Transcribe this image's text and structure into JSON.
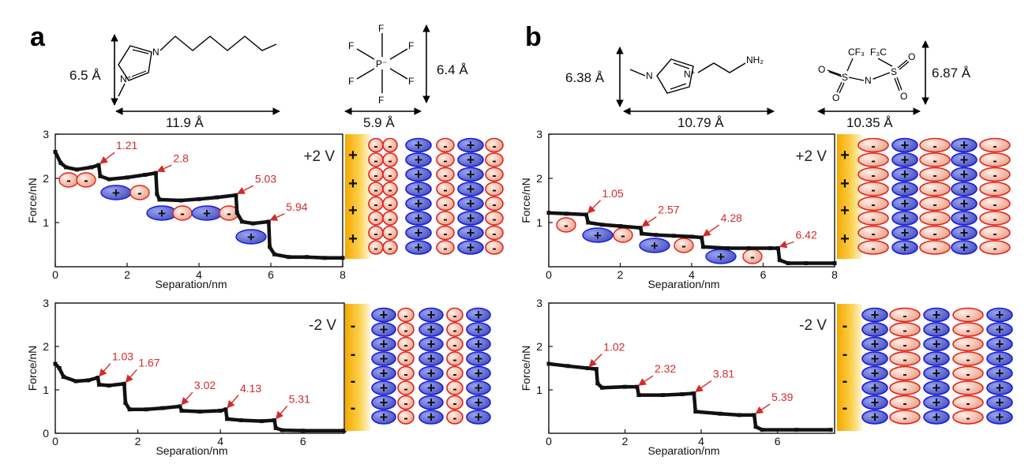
{
  "figure": {
    "panels": [
      {
        "letter": "a",
        "cation_dims": {
          "height": "6.5 Å",
          "width": "11.9 Å"
        },
        "anion_dims": {
          "height": "6.4 Å",
          "width": "5.9 Å"
        },
        "cation_atoms": {
          "n1": "N",
          "n2": "N⁺"
        },
        "anion_atoms": {
          "center": "P⁻",
          "f": "F"
        }
      },
      {
        "letter": "b",
        "cation_dims": {
          "height": "6.38 Å",
          "width": "10.79 Å"
        },
        "anion_dims": {
          "height": "6.87 Å",
          "width": "10.35 Å"
        },
        "cation_atoms": {
          "n1": "N",
          "n2": "N⁺",
          "nh2": "NH₂"
        },
        "anion_atoms": {
          "cf3a": "CF₃",
          "cf3b": "F₃C",
          "s": "S",
          "n": "N⁻",
          "o": "O"
        }
      }
    ],
    "colors": {
      "data": "#111111",
      "annotation": "#d32a2a",
      "cation_fill": "#5a66c8",
      "cation_edge": "#1a1ad8",
      "anion_fill": "#f2c0ad",
      "anion_edge": "#e0241c",
      "electrode_top": "#f5a800",
      "electrode_fade": "#fff6d6"
    }
  },
  "chart_data": [
    {
      "id": "a-top",
      "type": "line",
      "voltage_label": "+2 V",
      "xlabel": "Separation/nm",
      "ylabel": "Force/nN",
      "xlim": [
        0,
        8
      ],
      "ylim": [
        0,
        3
      ],
      "xticks": [
        0,
        2,
        4,
        6,
        8
      ],
      "yticks": [
        1,
        2,
        3
      ],
      "points": [
        [
          0,
          2.6
        ],
        [
          0.15,
          2.35
        ],
        [
          0.3,
          2.25
        ],
        [
          0.6,
          2.2
        ],
        [
          1.0,
          2.25
        ],
        [
          1.21,
          2.3
        ],
        [
          1.25,
          2.05
        ],
        [
          1.5,
          1.98
        ],
        [
          2.0,
          2.02
        ],
        [
          2.5,
          2.08
        ],
        [
          2.8,
          2.12
        ],
        [
          2.83,
          1.65
        ],
        [
          2.9,
          1.52
        ],
        [
          3.5,
          1.5
        ],
        [
          4.0,
          1.53
        ],
        [
          4.5,
          1.57
        ],
        [
          5.03,
          1.62
        ],
        [
          5.06,
          1.22
        ],
        [
          5.2,
          1.02
        ],
        [
          5.5,
          0.98
        ],
        [
          5.94,
          1.02
        ],
        [
          5.97,
          0.45
        ],
        [
          6.1,
          0.28
        ],
        [
          6.5,
          0.22
        ],
        [
          7.0,
          0.22
        ],
        [
          7.5,
          0.2
        ],
        [
          8.0,
          0.2
        ]
      ],
      "annotations": [
        {
          "x": 1.21,
          "y": 2.3,
          "label": "1.21"
        },
        {
          "x": 2.8,
          "y": 2.12,
          "label": "2.8"
        },
        {
          "x": 5.03,
          "y": 1.62,
          "label": "5.03"
        },
        {
          "x": 5.94,
          "y": 1.02,
          "label": "5.94"
        }
      ]
    },
    {
      "id": "a-bottom",
      "type": "line",
      "voltage_label": "-2 V",
      "xlabel": "Separation/nm",
      "ylabel": "Force/nN",
      "xlim": [
        0,
        7
      ],
      "ylim": [
        0,
        3
      ],
      "xticks": [
        0,
        2,
        4,
        6
      ],
      "yticks": [
        0,
        1,
        2,
        3
      ],
      "points": [
        [
          0,
          1.6
        ],
        [
          0.1,
          1.5
        ],
        [
          0.2,
          1.3
        ],
        [
          0.5,
          1.2
        ],
        [
          0.8,
          1.22
        ],
        [
          1.03,
          1.28
        ],
        [
          1.06,
          1.12
        ],
        [
          1.3,
          1.1
        ],
        [
          1.67,
          1.14
        ],
        [
          1.7,
          0.7
        ],
        [
          1.8,
          0.55
        ],
        [
          2.2,
          0.55
        ],
        [
          2.6,
          0.58
        ],
        [
          3.02,
          0.62
        ],
        [
          3.06,
          0.52
        ],
        [
          3.5,
          0.5
        ],
        [
          4.0,
          0.52
        ],
        [
          4.13,
          0.55
        ],
        [
          4.16,
          0.33
        ],
        [
          4.5,
          0.3
        ],
        [
          5.0,
          0.28
        ],
        [
          5.31,
          0.3
        ],
        [
          5.34,
          0.12
        ],
        [
          5.5,
          0.07
        ],
        [
          6.0,
          0.06
        ],
        [
          7.0,
          0.06
        ]
      ],
      "annotations": [
        {
          "x": 1.03,
          "y": 1.28,
          "label": "1.03"
        },
        {
          "x": 1.67,
          "y": 1.14,
          "label": "1.67"
        },
        {
          "x": 3.02,
          "y": 0.62,
          "label": "3.02"
        },
        {
          "x": 4.13,
          "y": 0.55,
          "label": "4.13"
        },
        {
          "x": 5.31,
          "y": 0.3,
          "label": "5.31"
        }
      ]
    },
    {
      "id": "b-top",
      "type": "line",
      "voltage_label": "+2 V",
      "xlabel": "Separation/nm",
      "ylabel": "Force/nN",
      "xlim": [
        0,
        8
      ],
      "ylim": [
        0,
        3
      ],
      "xticks": [
        0,
        2,
        4,
        6,
        8
      ],
      "yticks": [
        1,
        2,
        3
      ],
      "points": [
        [
          0,
          1.22
        ],
        [
          0.5,
          1.2
        ],
        [
          1.05,
          1.18
        ],
        [
          1.1,
          1.0
        ],
        [
          1.5,
          0.95
        ],
        [
          2.0,
          0.92
        ],
        [
          2.57,
          0.88
        ],
        [
          2.6,
          0.75
        ],
        [
          3.0,
          0.72
        ],
        [
          3.5,
          0.7
        ],
        [
          4.0,
          0.68
        ],
        [
          4.28,
          0.66
        ],
        [
          4.32,
          0.45
        ],
        [
          5.0,
          0.42
        ],
        [
          5.6,
          0.42
        ],
        [
          6.2,
          0.42
        ],
        [
          6.42,
          0.42
        ],
        [
          6.46,
          0.15
        ],
        [
          6.7,
          0.08
        ],
        [
          7.2,
          0.08
        ],
        [
          8.0,
          0.08
        ]
      ],
      "annotations": [
        {
          "x": 1.05,
          "y": 1.18,
          "label": "1.05"
        },
        {
          "x": 2.57,
          "y": 0.88,
          "label": "2.57"
        },
        {
          "x": 4.28,
          "y": 0.66,
          "label": "4.28"
        },
        {
          "x": 6.42,
          "y": 0.42,
          "label": "6.42"
        }
      ]
    },
    {
      "id": "b-bottom",
      "type": "line",
      "voltage_label": "-2 V",
      "xlabel": "Separation/nm",
      "ylabel": "Force/nN",
      "xlim": [
        0,
        7.5
      ],
      "ylim": [
        0,
        3
      ],
      "xticks": [
        0,
        2,
        4,
        6
      ],
      "yticks": [
        1,
        2,
        3
      ],
      "points": [
        [
          0,
          1.6
        ],
        [
          0.5,
          1.55
        ],
        [
          1.02,
          1.5
        ],
        [
          1.25,
          1.48
        ],
        [
          1.28,
          1.15
        ],
        [
          1.4,
          1.05
        ],
        [
          2.0,
          1.07
        ],
        [
          2.32,
          1.07
        ],
        [
          2.36,
          0.88
        ],
        [
          3.0,
          0.88
        ],
        [
          3.5,
          0.9
        ],
        [
          3.81,
          0.92
        ],
        [
          3.85,
          0.5
        ],
        [
          4.5,
          0.45
        ],
        [
          5.0,
          0.42
        ],
        [
          5.39,
          0.42
        ],
        [
          5.43,
          0.15
        ],
        [
          5.6,
          0.08
        ],
        [
          6.5,
          0.08
        ],
        [
          7.4,
          0.08
        ]
      ],
      "annotations": [
        {
          "x": 1.02,
          "y": 1.5,
          "label": "1.02"
        },
        {
          "x": 2.32,
          "y": 1.07,
          "label": "2.32"
        },
        {
          "x": 3.81,
          "y": 0.92,
          "label": "3.81"
        },
        {
          "x": 5.39,
          "y": 0.42,
          "label": "5.39"
        }
      ]
    }
  ]
}
